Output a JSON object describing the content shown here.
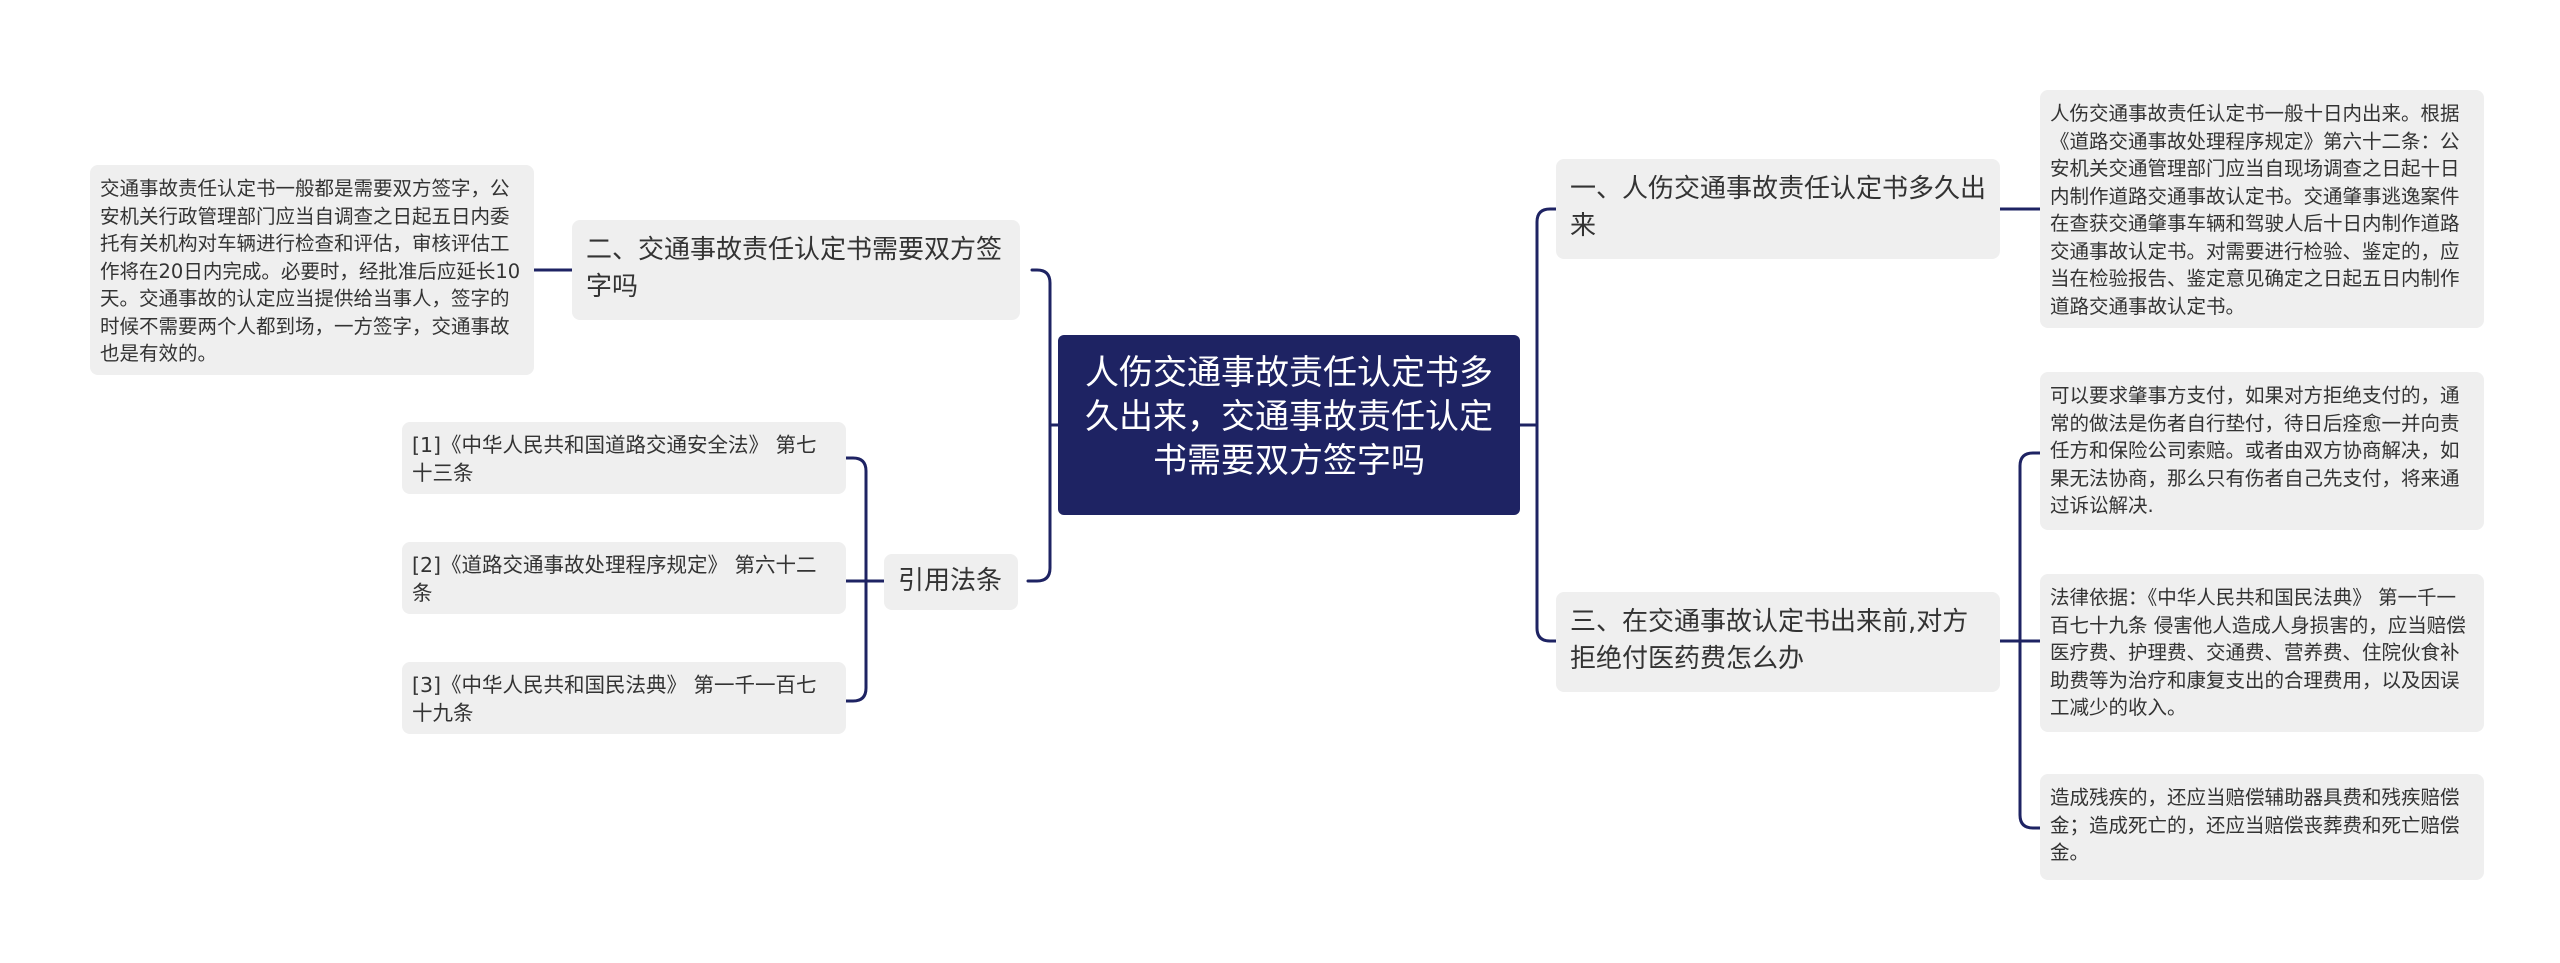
{
  "colors": {
    "root_bg": "#1e2363",
    "node_bg": "#efefef",
    "line": "#1e2363",
    "text": "#333333"
  },
  "root": {
    "title": "人伤交通事故责任认定书多久出来，交通事故责任认定书需要双方签字吗"
  },
  "left": {
    "branch_signature": {
      "label": "二、交通事故责任认定书需要双方签字吗",
      "detail": "交通事故责任认定书一般都是需要双方签字，公安机关行政管理部门应当自调查之日起五日内委托有关机构对车辆进行检查和评估，审核评估工作将在20日内完成。必要时，经批准后应延长10天。交通事故的认定应当提供给当事人，签字的时候不需要两个人都到场，一方签字，交通事故也是有效的。"
    },
    "branch_references": {
      "label": "引用法条",
      "items": [
        "[1]《中华人民共和国道路交通安全法》 第七十三条",
        "[2]《道路交通事故处理程序规定》 第六十二条",
        "[3]《中华人民共和国民法典》 第一千一百七十九条"
      ]
    }
  },
  "right": {
    "branch_time": {
      "label": "一、人伤交通事故责任认定书多久出来",
      "detail": "人伤交通事故责任认定书一般十日内出来。根据《道路交通事故处理程序规定》第六十二条：公安机关交通管理部门应当自现场调查之日起十日内制作道路交通事故认定书。交通肇事逃逸案件在查获交通肇事车辆和驾驶人后十日内制作道路交通事故认定书。对需要进行检验、鉴定的，应当在检验报告、鉴定意见确定之日起五日内制作道路交通事故认定书。"
    },
    "branch_refusal": {
      "label": "三、在交通事故认定书出来前,对方拒绝付医药费怎么办",
      "items": [
        "可以要求肇事方支付，如果对方拒绝支付的，通常的做法是伤者自行垫付，待日后痊愈一并向责任方和保险公司索赔。或者由双方协商解决，如果无法协商，那么只有伤者自己先支付，将来通过诉讼解决.",
        "法律依据：《中华人民共和国民法典》 第一千一百七十九条 侵害他人造成人身损害的，应当赔偿医疗费、护理费、交通费、营养费、住院伙食补助费等为治疗和康复支出的合理费用，以及因误工减少的收入。",
        "造成残疾的，还应当赔偿辅助器具费和残疾赔偿金；造成死亡的，还应当赔偿丧葬费和死亡赔偿金。"
      ]
    }
  }
}
